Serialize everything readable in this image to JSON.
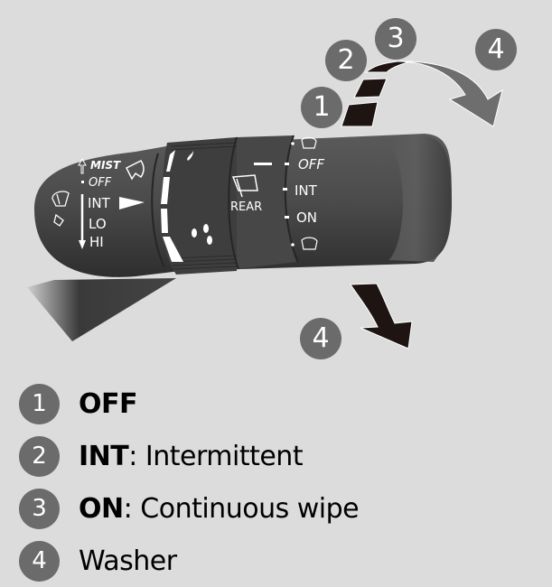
{
  "figure": {
    "left_stalk_labels": {
      "mist": "MIST",
      "off": "OFF",
      "int": "INT",
      "lo": "LO",
      "hi": "HI"
    },
    "rear_ring_labels": {
      "rear": "REAR",
      "off": "OFF",
      "int": "INT",
      "on": "ON"
    },
    "callouts": [
      {
        "id": "1",
        "label": "1"
      },
      {
        "id": "2",
        "label": "2"
      },
      {
        "id": "3",
        "label": "3"
      },
      {
        "id": "4a",
        "label": "4"
      },
      {
        "id": "4b",
        "label": "4"
      }
    ],
    "colors": {
      "background": "#dcdcdc",
      "stalk": "#4a4a4a",
      "badge": "#6b6b6b",
      "arrow_dark": "#1e1412",
      "arrow_gray": "#6e6e6e"
    }
  },
  "legend": [
    {
      "num": "1",
      "term": "OFF",
      "separator": "",
      "description": ""
    },
    {
      "num": "2",
      "term": "INT",
      "separator": ":",
      "description": " Intermittent"
    },
    {
      "num": "3",
      "term": "ON",
      "separator": ":",
      "description": " Continuous wipe"
    },
    {
      "num": "4",
      "term": "",
      "separator": "",
      "description": "Washer"
    }
  ]
}
